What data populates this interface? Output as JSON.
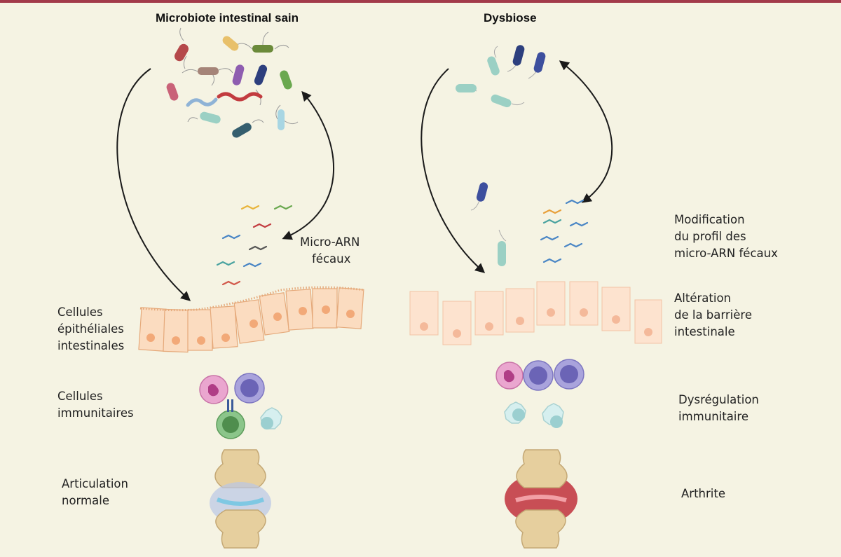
{
  "titles": {
    "healthy": "Microbiote intestinal sain",
    "dysbiosis": "Dysbiose"
  },
  "left_labels": {
    "mirna": [
      "Micro-ARN",
      "fécaux"
    ],
    "epithelial": [
      "Cellules",
      "épithéliales",
      "intestinales"
    ],
    "immune": [
      "Cellules",
      "immunitaires"
    ],
    "joint": [
      "Articulation",
      "normale"
    ]
  },
  "right_labels": {
    "mirna_change": [
      "Modification",
      "du profil des",
      "micro-ARN fécaux"
    ],
    "barrier": [
      "Altération",
      "de la barrière",
      "intestinale"
    ],
    "immune": [
      "Dysrégulation",
      "immunitaire"
    ],
    "joint": [
      "Arthrite"
    ]
  },
  "colors": {
    "top_bar": "#a23a4a",
    "background": "#f5f3e3",
    "epithelium": "#fbdcc0",
    "nucleus": "#f2a978",
    "arrow": "#1a1a1a",
    "bone": "#e6cf9e",
    "inflammation": "#c0303c"
  }
}
